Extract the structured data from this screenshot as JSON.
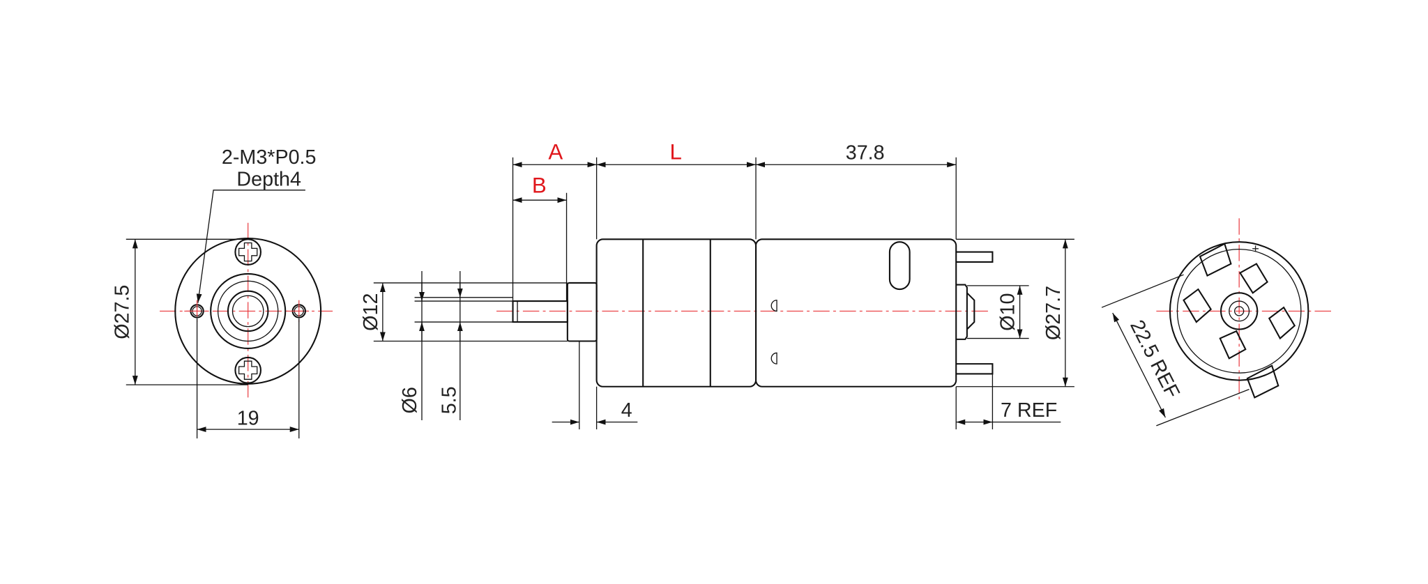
{
  "front_view": {
    "thread_note_line1": "2-M3*P0.5",
    "thread_note_line2": "Depth4",
    "diameter_label": "Ø27.5",
    "hole_spacing_label": "19"
  },
  "side_view": {
    "dim_a": "A",
    "dim_b": "B",
    "dim_l": "L",
    "motor_length": "37.8",
    "boss_diameter": "Ø12",
    "shaft_diameter": "Ø6",
    "shaft_flat": "5.5",
    "collar_length": "4",
    "end_boss_diameter": "Ø10",
    "motor_diameter": "Ø27.7",
    "terminal_length": "7 REF"
  },
  "rear_view": {
    "terminal_spacing": "22.5 REF"
  },
  "colors": {
    "dimension_highlight": "#e0161b",
    "centerline": "#e8353a"
  }
}
